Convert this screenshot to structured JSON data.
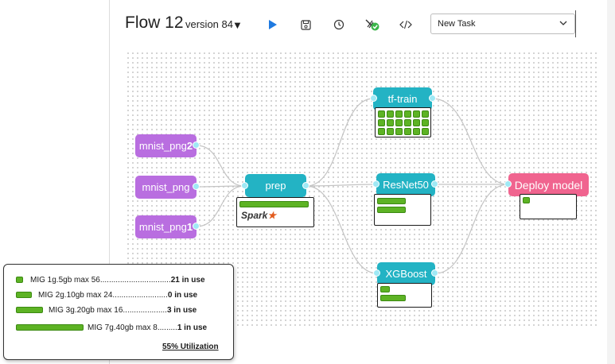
{
  "header": {
    "flow_title": "Flow 12",
    "version_label": "version 84",
    "toolbar": [
      "play-icon",
      "save-icon",
      "history-icon",
      "validate-icon",
      "code-icon"
    ],
    "task_select_value": "New Task"
  },
  "colors": {
    "data_node": "#b96ee0",
    "task_node": "#23b3c4",
    "deploy_node": "#f0648f",
    "gpu_bar": "#5db324",
    "play": "#1f7ae0",
    "check": "#3bb54a"
  },
  "nodes": {
    "mnist_png2": {
      "label": "mnist_png",
      "num": "2"
    },
    "mnist_png": {
      "label": "mnist_png"
    },
    "mnist_png1": {
      "label": "mnist_png",
      "num": "1"
    },
    "prep": {
      "label": "prep",
      "logo": "Spark"
    },
    "tf_train": {
      "label": "tf-train"
    },
    "resnet50": {
      "label": "ResNet50"
    },
    "xgboost": {
      "label": "XGBoost"
    },
    "deploy": {
      "label": "Deploy model"
    }
  },
  "legend": {
    "rows": [
      {
        "name": "MIG 1g.5gb max 56",
        "dots": "................................",
        "count": "21 in use",
        "level": "1g"
      },
      {
        "name": "MIG 2g.10gb max 24",
        "dots": ".........................",
        "count": "0 in use",
        "level": "2g"
      },
      {
        "name": "MIG 3g.20gb max 16",
        "dots": "....................",
        "count": "3 in use",
        "level": "3g"
      },
      {
        "name": "MIG 7g.40gb max 8",
        "dots": ".........",
        "count": "1 in use",
        "level": "7g"
      }
    ],
    "utilization": "55% Utilization"
  }
}
